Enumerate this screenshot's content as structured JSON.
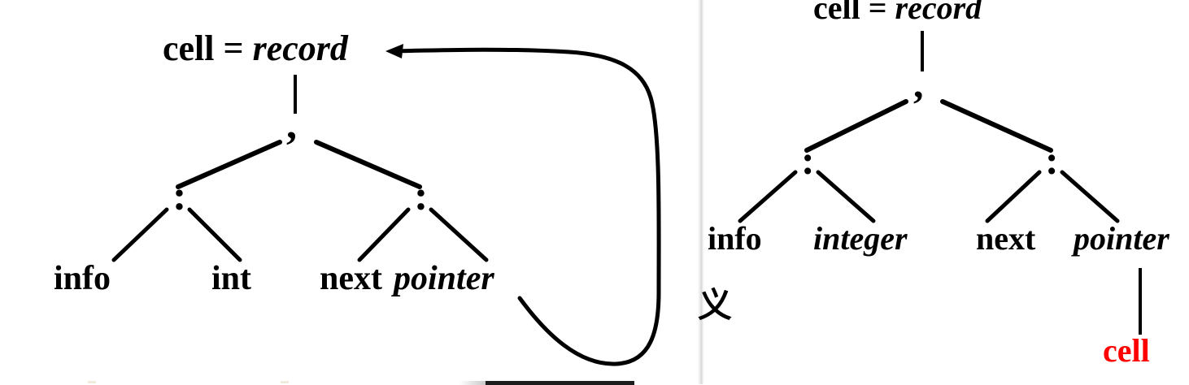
{
  "figure": {
    "type": "diagram",
    "description": "Two syntax/type tree diagrams for a recursive record type definition",
    "background_color": "#ffffff",
    "line_color": "#000000",
    "accent_color": "#FF0000"
  },
  "left_diagram": {
    "name": "recursive-cell-record-tree-with-backedge",
    "root_label": "cell = record",
    "root_keyword": "cell =",
    "root_type": "record",
    "level2_node": ",",
    "level3_nodes": [
      ":",
      ":"
    ],
    "leaves": [
      {
        "field": "info",
        "type": "int"
      },
      {
        "field": "next",
        "type": "pointer"
      }
    ],
    "back_edge": {
      "from": "pointer",
      "to": "cell = record",
      "arrowhead": "left",
      "style": "curved-loop"
    }
  },
  "right_diagram": {
    "name": "cell-record-tree-with-pointer-target",
    "root_label": "cell = record",
    "root_keyword": "cell =",
    "root_type": "record",
    "level2_node": ",",
    "level3_nodes": [
      ":",
      ":"
    ],
    "leaves": [
      {
        "field": "info",
        "type": "integer"
      },
      {
        "field": "next",
        "type": "pointer"
      }
    ],
    "pointer_target": {
      "label": "cell",
      "color": "#FF0000"
    }
  },
  "margin_text": {
    "cjk_fragment": "义"
  }
}
